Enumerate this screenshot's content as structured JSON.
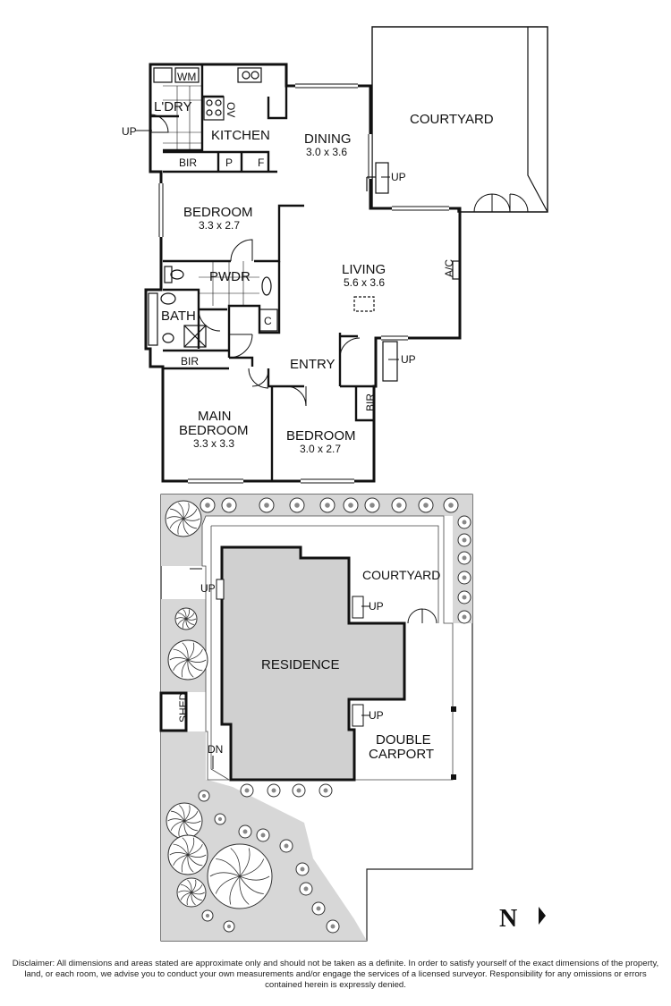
{
  "floor_plan": {
    "rooms": {
      "laundry": "L'DRY",
      "washing_machine": "WM",
      "oven": "OV",
      "kitchen": "KITCHEN",
      "dining": {
        "name": "DINING",
        "size": "3.0 x 3.6"
      },
      "courtyard": "COURTYARD",
      "bir_top": "BIR",
      "pantry": "P",
      "fridge": "F",
      "bedroom2": {
        "name": "BEDROOM",
        "size": "3.3 x 2.7"
      },
      "powder": "PWDR",
      "bath": "BATH",
      "cupboard": "C",
      "living": {
        "name": "LIVING",
        "size": "5.6 x 3.6"
      },
      "aircon": "A/C",
      "bir_mid": "BIR",
      "entry": "ENTRY",
      "main_bedroom": {
        "name1": "MAIN",
        "name2": "BEDROOM",
        "size": "3.3 x 3.3"
      },
      "bedroom3": {
        "name": "BEDROOM",
        "size": "3.0 x 2.7"
      },
      "bir_side": "BIR"
    },
    "stairs": {
      "laundry_up": "UP",
      "dining_up": "UP",
      "entry_up": "UP"
    }
  },
  "site_plan": {
    "labels": {
      "courtyard": "COURTYARD",
      "residence": "RESIDENCE",
      "shed": "SHED",
      "double_carport_1": "DOUBLE",
      "double_carport_2": "CARPORT"
    },
    "stairs": {
      "west_up": "UP",
      "courtyard_up": "UP",
      "carport_up": "UP",
      "down": "DN"
    }
  },
  "north": "N",
  "disclaimer": "Disclaimer: All dimensions and areas stated are approximate only and should not be taken as a definite. In order to satisfy yourself of the exact dimensions of the property, land, or each room, we advise you to conduct your own measurements and/or engage the services of a licensed surveyor. Responsibility for any omissions or errors contained herein is expressly denied."
}
